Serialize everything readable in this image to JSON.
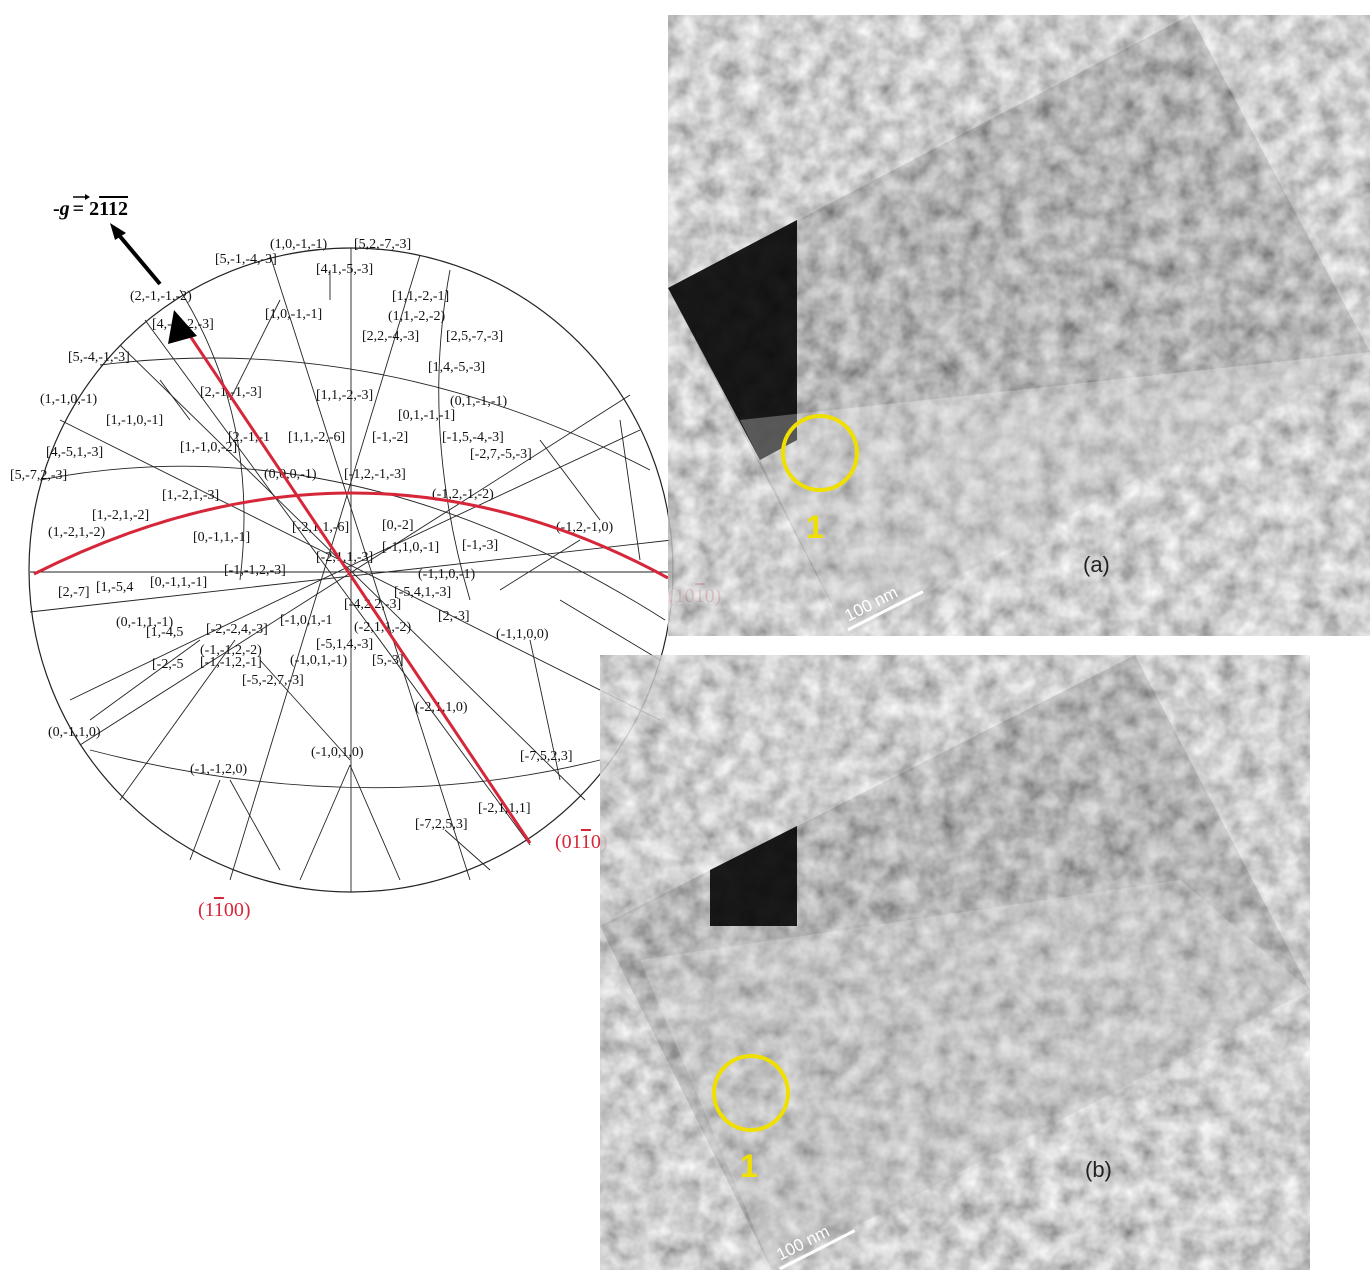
{
  "g_vector": {
    "prefix": "-",
    "symbol": "g",
    "equals": "= 2",
    "overlined": "112"
  },
  "planes": {
    "p1": {
      "before": "(10",
      "bar": "1",
      "after": "0)"
    },
    "p2": {
      "before": "(01",
      "bar": "1",
      "after": "0)"
    },
    "p3": {
      "before": "(1",
      "bar": "1",
      "after": "00)"
    }
  },
  "poles": [
    "(1,0,-1,-1)",
    "[5,2,-7,-3]",
    "[5,-1,-4,-3]",
    "[4,1,-5,-3]",
    "(2,-1,-1,-2)",
    "[1,1,-2,-1]",
    "[4,-2,-2,-3]",
    "[1,0,-1,-1]",
    "(1,1,-2,-2)",
    "[2,2,-4,-3]",
    "[2,5,-7,-3]",
    "[5,-4,-1,-3]",
    "[1,4,-5,-3]",
    "(1,-1,0,-1)",
    "[2,-1,-1,-3]",
    "[1,1,-2,-3]",
    "(0,1,-1,-1)",
    "[1,-1,0,-1]",
    "[0,1,-1,-1]",
    "[4,-5,1,-3]",
    "[1,-1,0,-2]",
    "[2,-1,-1",
    "[1,1,-2,-6]",
    "[-1,-2]",
    "[-1,5,-4,-3]",
    "[5,-7,2,-3]",
    "[-2,7,-5,-3]",
    "(0,0,0,-1)",
    "[-1,2,-1,-3]",
    "(-1,2,-1,-2)",
    "[1,-2,1,-3]",
    "(-1,2,-1,0)",
    "[1,-2,1,-2]",
    "(1,-2,1,-2)",
    "[0,-1,1,-1]",
    "[-2,1,1,-6]",
    "[0,-2]",
    "[-1,1,0,-1]",
    "[-1,-3]",
    "[-2,1,1,-3]",
    "[-1,-1,2,-3]",
    "(-1,1,0,-1)",
    "[2,-7]",
    "[1,-5,4",
    "[0,-1,1,-1]",
    "[-5,4,1,-3]",
    "[-4,2,2,-3]",
    "(0,-1,1,-1)",
    "[1,-4,5",
    "[-2,-2,4,-3]",
    "[-1,0,1,-1",
    "(-2,1,1,-2)",
    "[2,-3]",
    "(-1,1,0,0)",
    "(-1,-1,2,-2)",
    "[-5,1,4,-3]",
    "[-2,-5",
    "[-1,-1,2,-1]",
    "(-1,0,1,-1)",
    "[5,-3]",
    "[-5,-2,7,-3]",
    "(-2,1,1,0)",
    "(0,-1,1,0)",
    "(-1,0,1,0)",
    "[-7,5,2,3]",
    "(-1,-1,2,0)",
    "[-2,1,1,1]",
    "[-7,2,5,3]"
  ],
  "panels": {
    "a": {
      "label": "(a)",
      "scale": "100  nm",
      "marker": "1"
    },
    "b": {
      "label": "(b)",
      "scale": "100  nm",
      "marker": "1"
    }
  },
  "colors": {
    "trace": "#d6273a",
    "marker": "#f0e000",
    "net": "#222222"
  }
}
